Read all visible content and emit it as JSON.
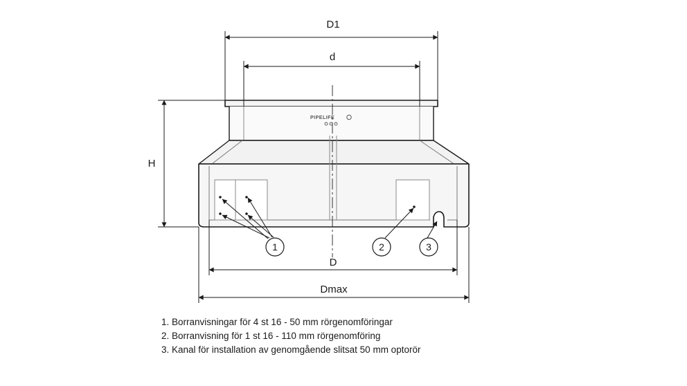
{
  "dimensions": {
    "d1": "D1",
    "d": "d",
    "h": "H",
    "d_bottom": "D",
    "dmax": "Dmax"
  },
  "brand": "PIPELIFE",
  "callouts": [
    "1",
    "2",
    "3"
  ],
  "legend": [
    "1. Borranvisningar för 4 st 16 - 50 mm rörgenomföringar",
    "2. Borranvisning för 1 st 16 - 110 mm rörgenomföring",
    "3. Kanal för installation av genomgående slitsat 50 mm optorör"
  ],
  "colors": {
    "line": "#1a1a1a",
    "face": "#f2f2f2",
    "edge": "#666666"
  }
}
